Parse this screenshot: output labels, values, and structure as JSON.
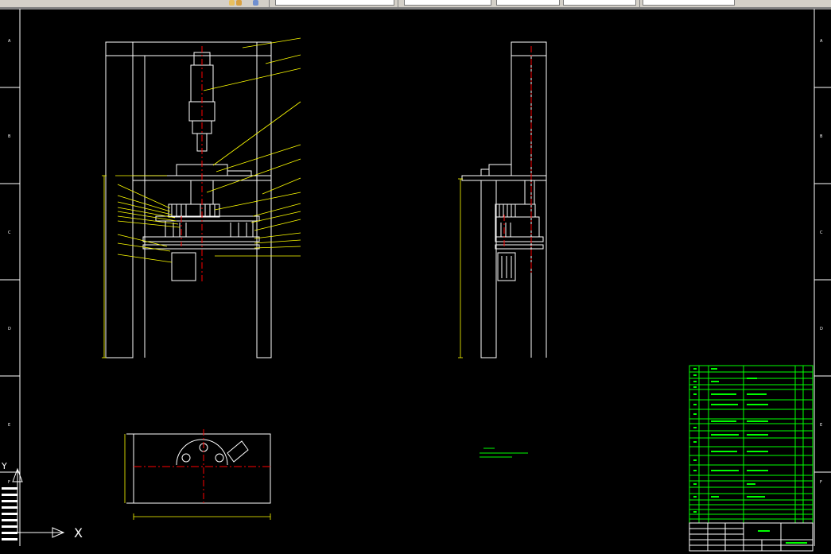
{
  "toolbar": {
    "layer_value": "",
    "color_value": "",
    "linetype_value": "",
    "lineweight_value": "",
    "plot_style_value": ""
  },
  "frame": {
    "row_markers_left": [
      "A",
      "B",
      "C",
      "D",
      "E",
      "F"
    ],
    "row_markers_right": [
      "A",
      "B",
      "C",
      "D",
      "E",
      "F"
    ]
  },
  "ucs": {
    "x_label": "X",
    "y_label": "Y"
  },
  "status": {
    "command_text": ""
  },
  "colors": {
    "linework": "#ffffff",
    "centerline": "#ff0000",
    "leaders": "#ffff00",
    "table": "#00ff00",
    "dimension": "#ffff00"
  }
}
